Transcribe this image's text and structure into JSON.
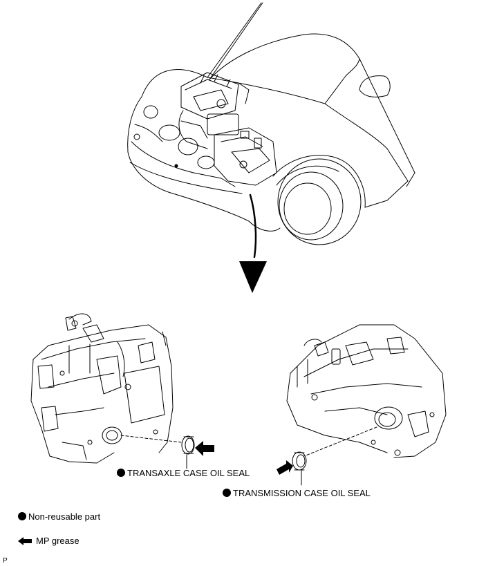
{
  "callouts": {
    "transaxle_seal": "TRANSAXLE CASE OIL SEAL",
    "transmission_seal": "TRANSMISSION CASE OIL SEAL"
  },
  "legend": {
    "non_reusable": "Non-reusable part",
    "mp_grease": "MP grease"
  },
  "corner_code": "P"
}
